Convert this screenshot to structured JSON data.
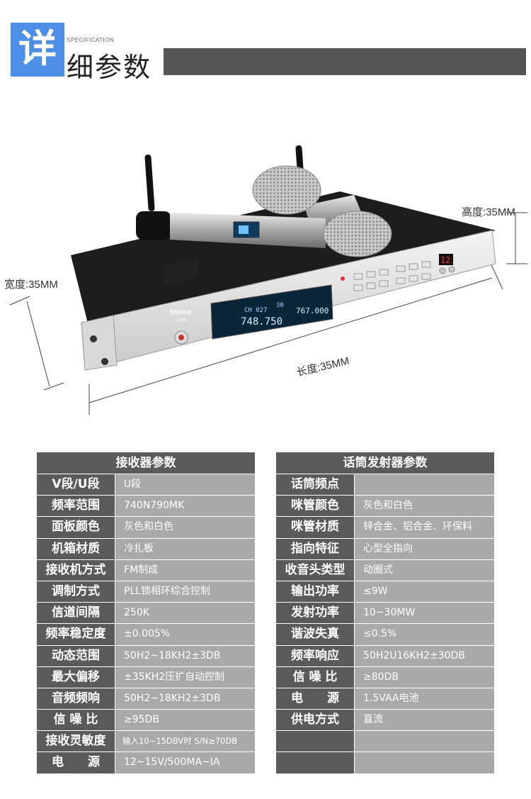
{
  "header": {
    "big_char": "详",
    "spec_en": "SPECIFICATION",
    "title_rest": "细参数"
  },
  "dimensions": {
    "height": "高度:35MM",
    "width": "宽度:35MM",
    "length": "长度:35MM"
  },
  "product": {
    "brand": "Shinco",
    "model": "U 60",
    "display_ch": "CH 027",
    "display_freq": "748.750",
    "display_ch2": "30",
    "display_freq2": "767.000",
    "led": "12"
  },
  "receiver": {
    "title": "接收器参数",
    "rows": [
      {
        "label": "V段/U段",
        "value": "U段"
      },
      {
        "label": "频率范围",
        "value": "740N790MK"
      },
      {
        "label": "面板颜色",
        "value": "灰色和白色"
      },
      {
        "label": "机箱材质",
        "value": "冷扎板"
      },
      {
        "label": "接收机方式",
        "value": "FM制成"
      },
      {
        "label": "调制方式",
        "value": "PLL锁相环综合控制"
      },
      {
        "label": "信道间隔",
        "value": "250K"
      },
      {
        "label": "频率稳定度",
        "value": "±0.005%"
      },
      {
        "label": "动态范围",
        "value": "50H2~18KH2±3DB"
      },
      {
        "label": "最大偏移",
        "value": "±35KH2压扩自动控制"
      },
      {
        "label": "音频频响",
        "value": "50H2~18KH2±3DB"
      },
      {
        "label": "信 噪 比",
        "value": "≥95DB"
      },
      {
        "label": "接收灵敏度",
        "value": "输入10~15DBV时 S/N≥70DB"
      },
      {
        "label": "电　　源",
        "value": "12~15V/500MA~IA"
      }
    ]
  },
  "transmitter": {
    "title": "话筒发射器参数",
    "rows": [
      {
        "label": "话筒频点",
        "value": ""
      },
      {
        "label": "咪管颜色",
        "value": "灰色和白色"
      },
      {
        "label": "咪管材质",
        "value": "锌合金、铝合金、环保料"
      },
      {
        "label": "指向特征",
        "value": "心型全指向"
      },
      {
        "label": "收音头类型",
        "value": "动圈式"
      },
      {
        "label": "输出功率",
        "value": "≤9W"
      },
      {
        "label": "发射功率",
        "value": "10~30MW"
      },
      {
        "label": "谐波失真",
        "value": "≤0.5%"
      },
      {
        "label": "频率响应",
        "value": "50H2U16KH2±30DB"
      },
      {
        "label": "信 噪 比",
        "value": "≥80DB"
      },
      {
        "label": "电　　源",
        "value": "1.5VAA电池"
      },
      {
        "label": "供电方式",
        "value": "直流"
      },
      {
        "label": "",
        "value": ""
      },
      {
        "label": "",
        "value": ""
      }
    ]
  }
}
